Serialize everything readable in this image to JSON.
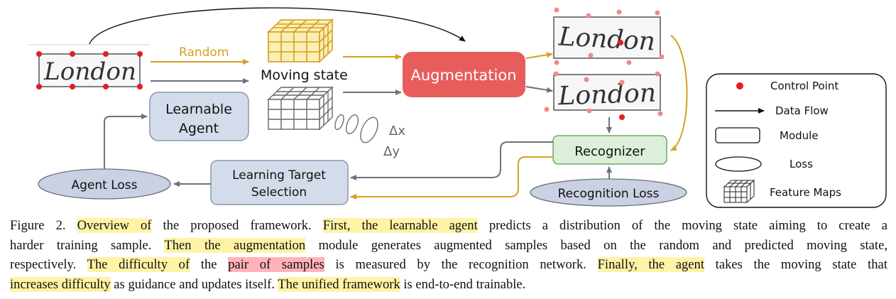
{
  "figure": {
    "labels": {
      "random": "Random",
      "moving_state": "Moving state",
      "augmentation": "Augmentation",
      "learnable_agent_line1": "Learnable",
      "learnable_agent_line2": "Agent",
      "delta_x": "Δx",
      "delta_y": "Δy",
      "recognizer": "Recognizer",
      "learning_target_line1": "Learning Target",
      "learning_target_line2": "Selection",
      "agent_loss": "Agent Loss",
      "recognition_loss": "Recognition Loss"
    },
    "samples": {
      "input_word": "London",
      "augmented_word_1": "London",
      "augmented_word_2": "London"
    },
    "legend": {
      "control_point": "Control Point",
      "data_flow": "Data Flow",
      "module": "Module",
      "loss": "Loss",
      "feature_maps": "Feature Maps"
    },
    "colors": {
      "gold": "#d4a020",
      "gray": "#6b7280",
      "augmentation": "#e85c5c",
      "module_blue": "#d3dcea",
      "recognizer_green": "#dcefd8",
      "control_point": "#e81c1c",
      "control_point_pink": "#ef8a8a"
    }
  },
  "caption": {
    "l1": {
      "a": "Figure 2. ",
      "h1": "Overview of",
      "b": " the proposed framework. ",
      "h2": "First, the learnable agent",
      "c": " predicts a distribution of the moving state aiming to create a"
    },
    "l2": {
      "a": "harder training sample. ",
      "h1": "Then the augmentation",
      "b": " module generates augmented samples based on the random and predicted moving state,"
    },
    "l3": {
      "a": "respectively. ",
      "h1": "The difficulty of",
      "b": " the ",
      "h2": "pair of samples",
      "c": " is measured by the recognition network. ",
      "h3": "Finally, the agent",
      "d": " takes the moving state that"
    },
    "l4": {
      "h1": "increases difficulty",
      "a": " as guidance and updates itself. ",
      "h2": "The unified framework",
      "b": " is end-to-end trainable."
    }
  }
}
